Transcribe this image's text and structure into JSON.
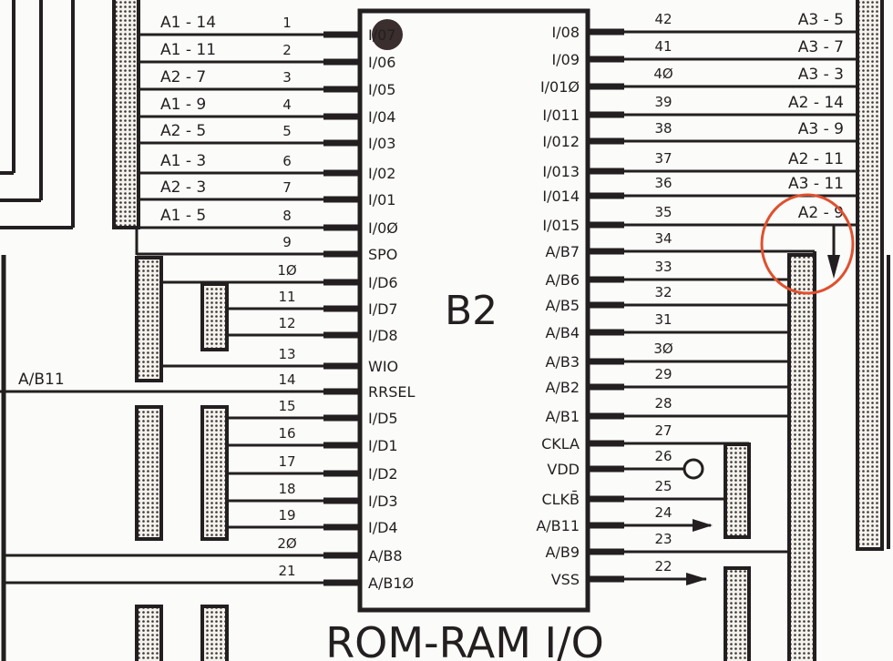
{
  "chip": {
    "label": "B2",
    "title": "ROM-RAM I/O"
  },
  "colors": {
    "ink": "#231f20",
    "paper": "#fbfbf9",
    "highlight_circle": "#e0502e"
  },
  "left_pins": [
    {
      "num": "1",
      "name": "I/07",
      "net": "A1 - 14"
    },
    {
      "num": "2",
      "name": "I/06",
      "net": "A1 - 11"
    },
    {
      "num": "3",
      "name": "I/05",
      "net": "A2 - 7"
    },
    {
      "num": "4",
      "name": "I/04",
      "net": "A1 - 9"
    },
    {
      "num": "5",
      "name": "I/03",
      "net": "A2 - 5"
    },
    {
      "num": "6",
      "name": "I/02",
      "net": "A1 - 3"
    },
    {
      "num": "7",
      "name": "I/01",
      "net": "A2 - 3"
    },
    {
      "num": "8",
      "name": "I/0Ø",
      "net": "A1 - 5"
    },
    {
      "num": "9",
      "name": "SPO",
      "net": ""
    },
    {
      "num": "1Ø",
      "name": "I/D6",
      "net": ""
    },
    {
      "num": "11",
      "name": "I/D7",
      "net": ""
    },
    {
      "num": "12",
      "name": "I/D8",
      "net": ""
    },
    {
      "num": "13",
      "name": "WIO",
      "net": ""
    },
    {
      "num": "14",
      "name": "RRSEL",
      "net": "A/B11"
    },
    {
      "num": "15",
      "name": "I/D5",
      "net": ""
    },
    {
      "num": "16",
      "name": "I/D1",
      "net": ""
    },
    {
      "num": "17",
      "name": "I/D2",
      "net": ""
    },
    {
      "num": "18",
      "name": "I/D3",
      "net": ""
    },
    {
      "num": "19",
      "name": "I/D4",
      "net": ""
    },
    {
      "num": "2Ø",
      "name": "A/B8",
      "net": ""
    },
    {
      "num": "21",
      "name": "A/B1Ø",
      "net": ""
    }
  ],
  "right_pins": [
    {
      "num": "42",
      "name": "I/08",
      "net": "A3 - 5"
    },
    {
      "num": "41",
      "name": "I/09",
      "net": "A3 - 7"
    },
    {
      "num": "4Ø",
      "name": "I/01Ø",
      "net": "A3 - 3"
    },
    {
      "num": "39",
      "name": "I/011",
      "net": "A2 - 14"
    },
    {
      "num": "38",
      "name": "I/012",
      "net": "A3 - 9"
    },
    {
      "num": "37",
      "name": "I/013",
      "net": "A2 - 11"
    },
    {
      "num": "36",
      "name": "I/014",
      "net": "A3 - 11"
    },
    {
      "num": "35",
      "name": "I/015",
      "net": "A2 - 9"
    },
    {
      "num": "34",
      "name": "A/B7",
      "net": ""
    },
    {
      "num": "33",
      "name": "A/B6",
      "net": ""
    },
    {
      "num": "32",
      "name": "A/B5",
      "net": ""
    },
    {
      "num": "31",
      "name": "A/B4",
      "net": ""
    },
    {
      "num": "3Ø",
      "name": "A/B3",
      "net": ""
    },
    {
      "num": "29",
      "name": "A/B2",
      "net": ""
    },
    {
      "num": "28",
      "name": "A/B1",
      "net": ""
    },
    {
      "num": "27",
      "name": "CKLA",
      "net": ""
    },
    {
      "num": "26",
      "name": "VDD",
      "net": ""
    },
    {
      "num": "25",
      "name": "CLKB̄",
      "net": ""
    },
    {
      "num": "24",
      "name": "A/B11",
      "net": ""
    },
    {
      "num": "23",
      "name": "A/B9",
      "net": ""
    },
    {
      "num": "22",
      "name": "VSS",
      "net": ""
    }
  ]
}
